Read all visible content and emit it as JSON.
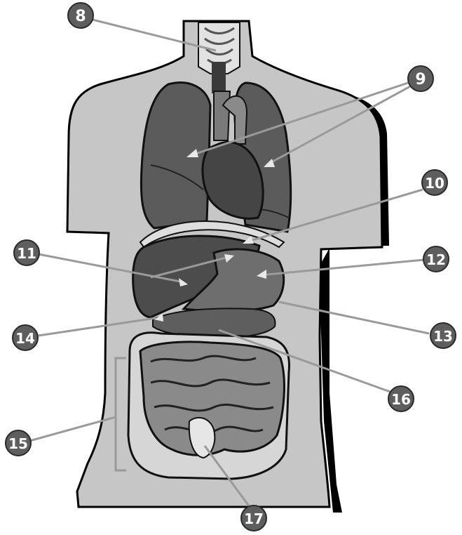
{
  "labels": {
    "l8": "8",
    "l9": "9",
    "l10": "10",
    "l11": "11",
    "l12": "12",
    "l13": "13",
    "l14": "14",
    "l15": "15",
    "l16": "16",
    "l17": "17"
  },
  "colors": {
    "body": "#c6c6c6",
    "outline": "#000000",
    "lung": "#5b5b5b",
    "heart": "#454545",
    "liver": "#4c4c4c",
    "stomach": "#6e6e6e",
    "pancreas": "#5e5e5e",
    "small_intestine": "#8a8a8a",
    "large_intestine": "#d6d6d6",
    "diaphragm": "#dedede",
    "leader_line": "#9a9a9a",
    "badge_fill": "#5e5e5e",
    "badge_text": "#ffffff"
  }
}
